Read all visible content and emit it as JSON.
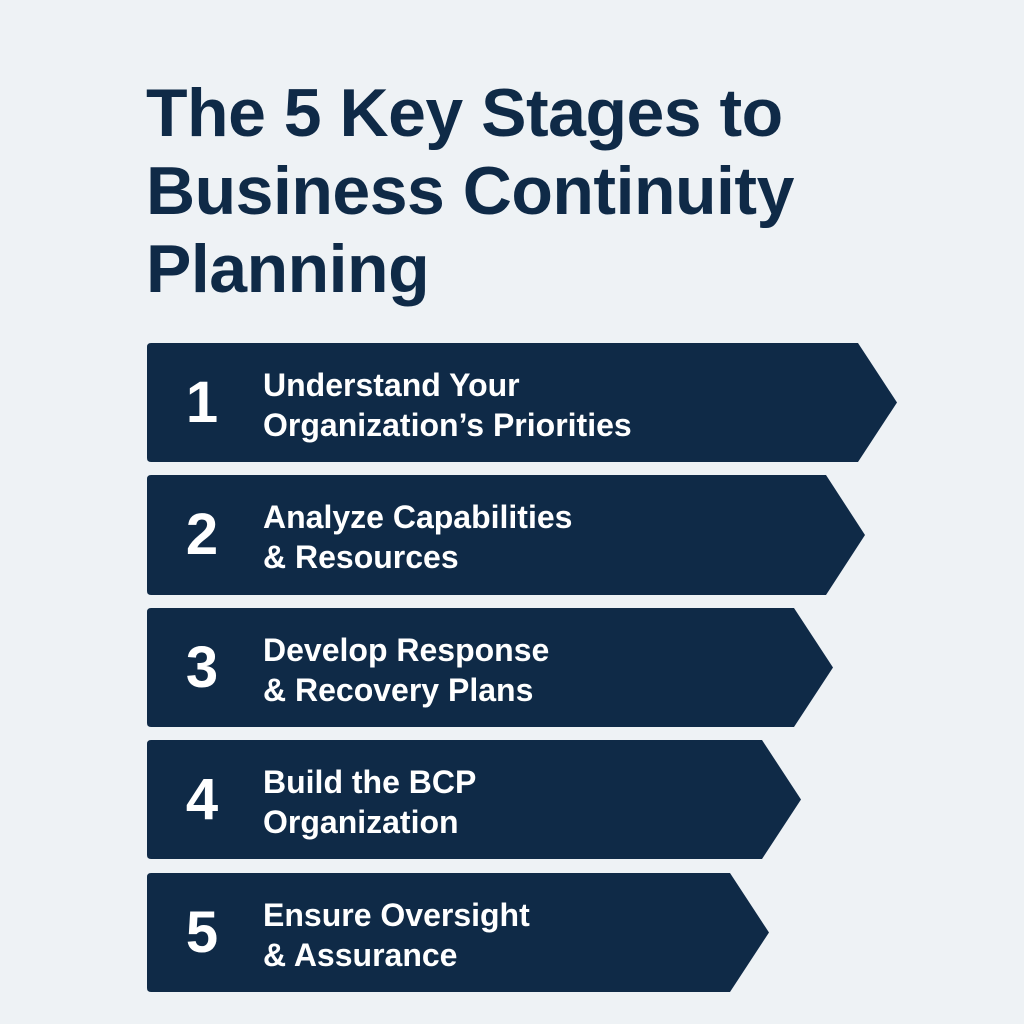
{
  "title": "The 5 Key Stages to Business Continuity Planning",
  "colors": {
    "background": "#eef2f5",
    "box": "#0f2a47",
    "title": "#0f2a47",
    "text": "#ffffff"
  },
  "stages": [
    {
      "number": "1",
      "line1": "Understand Your",
      "line2": "Organization’s Priorities"
    },
    {
      "number": "2",
      "line1": "Analyze Capabilities",
      "line2": "& Resources"
    },
    {
      "number": "3",
      "line1": "Develop Response",
      "line2": "& Recovery Plans"
    },
    {
      "number": "4",
      "line1": "Build the BCP",
      "line2": "Organization"
    },
    {
      "number": "5",
      "line1": "Ensure Oversight",
      "line2": "& Assurance"
    }
  ]
}
